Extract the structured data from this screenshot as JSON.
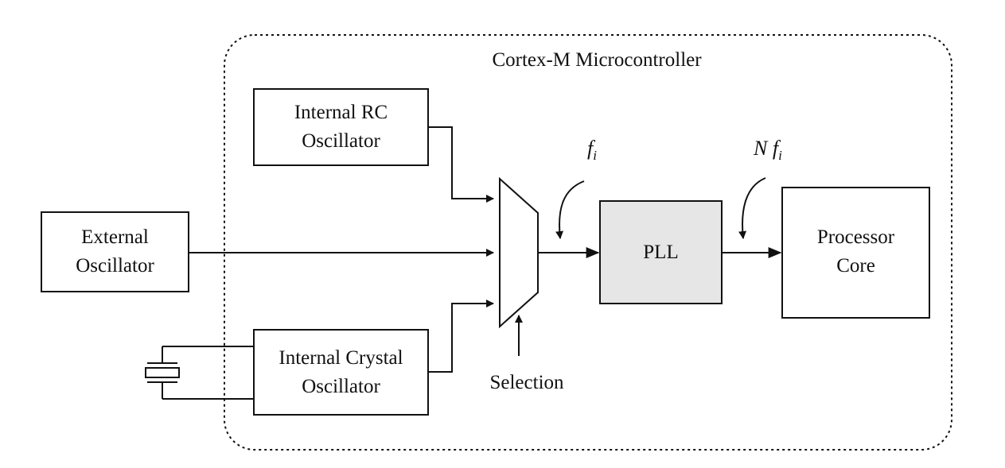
{
  "container": {
    "title": "Cortex-M Microcontroller"
  },
  "blocks": {
    "internal_rc": {
      "line1": "Internal RC",
      "line2": "Oscillator"
    },
    "external": {
      "line1": "External",
      "line2": "Oscillator"
    },
    "internal_crystal": {
      "line1": "Internal Crystal",
      "line2": "Oscillator"
    },
    "pll": {
      "label": "PLL"
    },
    "core": {
      "line1": "Processor",
      "line2": "Core"
    }
  },
  "mux": {
    "selection_label": "Selection"
  },
  "signals": {
    "fi": {
      "base": "f",
      "sub": "i"
    },
    "nfi": {
      "prefix": "N",
      "base": "f",
      "sub": "i"
    }
  },
  "colors": {
    "pll_fill": "#e6e6e6",
    "stroke": "#111111",
    "background": "#ffffff"
  }
}
